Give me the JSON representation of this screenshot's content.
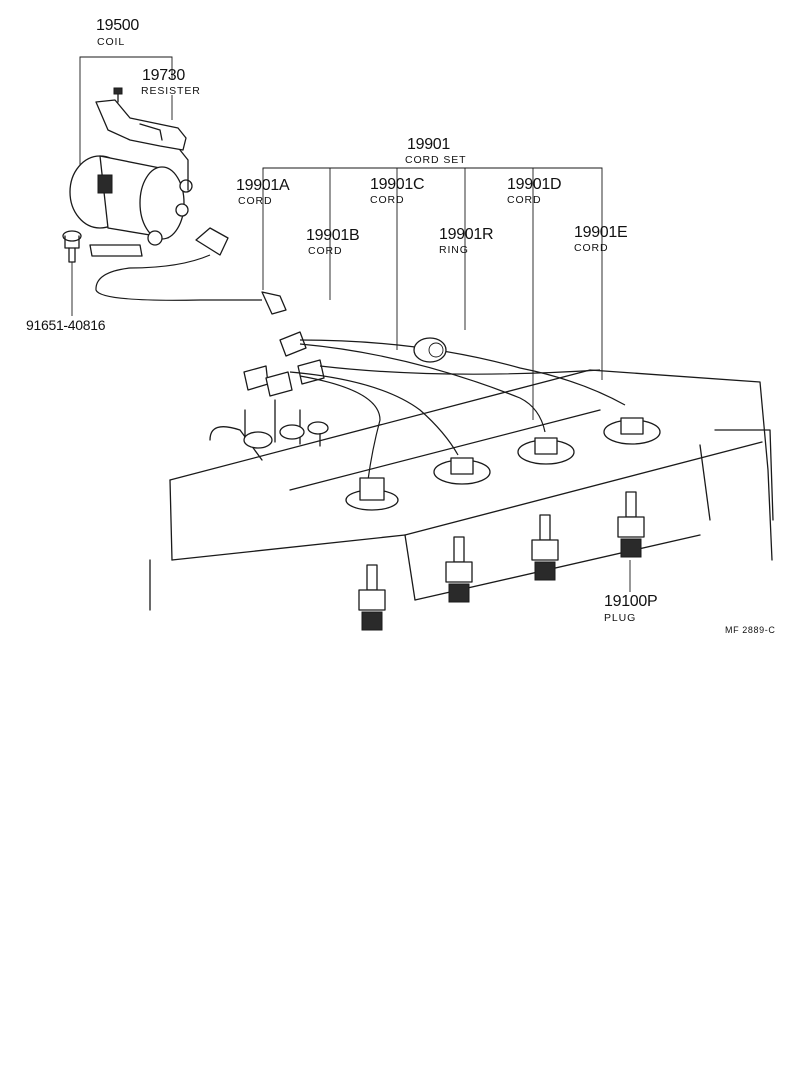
{
  "parts": {
    "coil": {
      "number": "19500",
      "name": "COIL"
    },
    "resister": {
      "number": "19730",
      "name": "RESISTER"
    },
    "bolt": {
      "number": "91651-40816"
    },
    "cord_set": {
      "number": "19901",
      "name": "CORD SET"
    },
    "cord_a": {
      "number": "19901A",
      "name": "CORD"
    },
    "cord_b": {
      "number": "19901B",
      "name": "CORD"
    },
    "cord_c": {
      "number": "19901C",
      "name": "CORD"
    },
    "cord_d": {
      "number": "19901D",
      "name": "CORD"
    },
    "cord_e": {
      "number": "19901E",
      "name": "CORD"
    },
    "ring": {
      "number": "19901R",
      "name": "RING"
    },
    "plug": {
      "number": "19100P",
      "name": "PLUG"
    }
  },
  "drawing_code": "MF 2889-C"
}
